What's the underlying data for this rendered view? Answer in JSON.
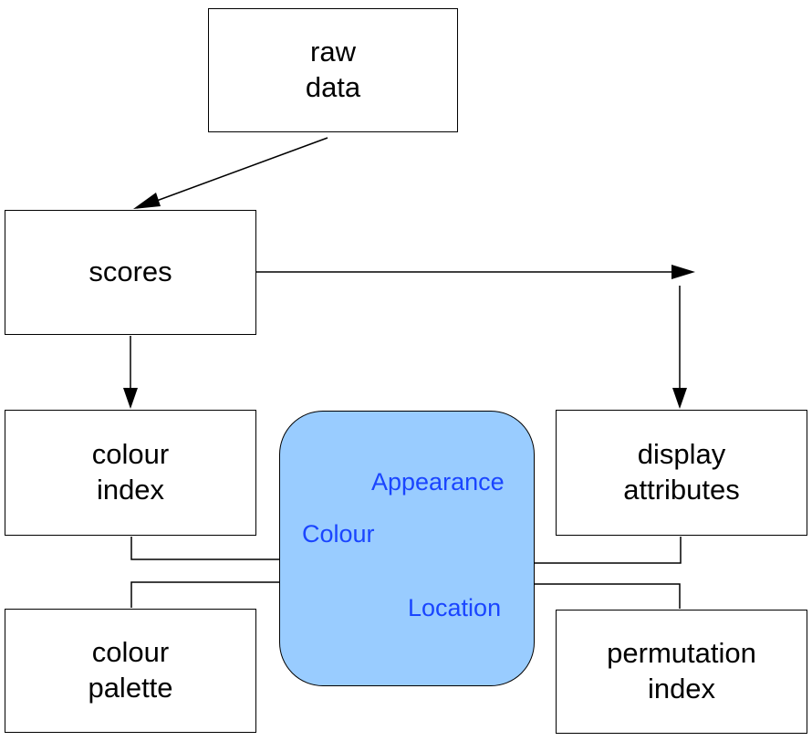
{
  "nodes": {
    "raw_data": "raw\ndata",
    "scores": "scores",
    "colour_index": "colour\nindex",
    "display_attributes": "display\nattributes",
    "colour_palette": "colour\npalette",
    "permutation_index": "permutation\nindex"
  },
  "appearance": {
    "title": "Appearance",
    "colour_label": "Colour",
    "location_label": "Location"
  },
  "colors": {
    "box_border": "#000000",
    "box_fill": "#ffffff",
    "appearance_fill": "#99ccff",
    "appearance_text": "#1a45ff",
    "arrow": "#000000"
  }
}
